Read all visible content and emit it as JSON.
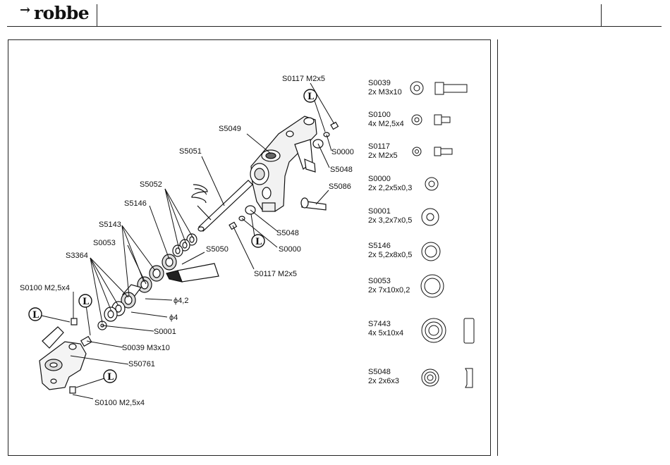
{
  "header": {
    "brand": "robbe",
    "brand_mark": "→"
  },
  "callouts": {
    "s0117_top": "S0117 M2x5",
    "s5049": "S5049",
    "s5051": "S5051",
    "s0000_top": "S0000",
    "s5048_top": "S5048",
    "s5052": "S5052",
    "s5086": "S5086",
    "s5146": "S5146",
    "s5143": "S5143",
    "s5048_mid": "S5048",
    "s5050": "S5050",
    "s0053": "S0053",
    "s0000_mid": "S0000",
    "s3364": "S3364",
    "s0117_mid": "S0117 M2x5",
    "s0100_left": "S0100 M2,5x4",
    "d42": "ϕ4,2",
    "d4": "ϕ4",
    "s0001": "S0001",
    "s0039": "S0039 M3x10",
    "s50761": "S50761",
    "s0100_bottom": "S0100 M2,5x4",
    "loctite": "L"
  },
  "parts_list": [
    {
      "code": "S0039",
      "spec": "2x  M3x10"
    },
    {
      "code": "S0100",
      "spec": "4x  M2,5x4"
    },
    {
      "code": "S0117",
      "spec": "2x  M2x5"
    },
    {
      "code": "S0000",
      "spec": "2x  2,2x5x0,3"
    },
    {
      "code": "S0001",
      "spec": "2x  3,2x7x0,5"
    },
    {
      "code": "S5146",
      "spec": "2x 5,2x8x0,5"
    },
    {
      "code": "S0053",
      "spec": "2x 7x10x0,2"
    },
    {
      "code": "S7443",
      "spec": "4x  5x10x4"
    },
    {
      "code": "S5048",
      "spec": "2x  2x6x3"
    }
  ]
}
